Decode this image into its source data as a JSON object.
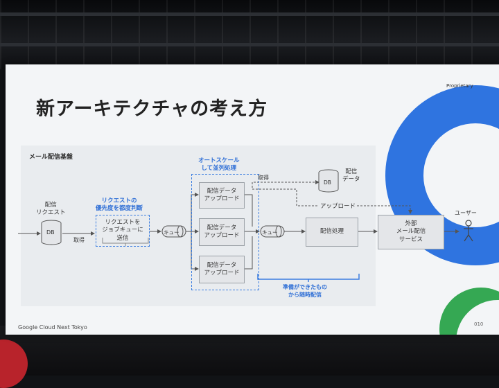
{
  "slide": {
    "title": "新アーキテクチャの考え方",
    "badge": "Proprietary",
    "footer": "Google Cloud Next Tokyo",
    "page_number": "010"
  },
  "diagram": {
    "panel_label": "メール配信基盤",
    "request_label": "配信\nリクエスト",
    "db_label": "DB",
    "fetch_label": "取得",
    "priority_note": "リクエストの\n優先度を都度判断",
    "enqueue_box": "リクエストを\nジョブキューに\n送信",
    "queue_label": "キュー",
    "autoscale_note": "オートスケール\nして並列処理",
    "upload_box_label": "配信データ\nアップロード",
    "top_fetch_label": "取得",
    "data_db_label": "DB",
    "data_db_caption": "配信\nデータ",
    "upload_label": "アップロード",
    "queue2_label": "キュー",
    "delivery_process": "配信処理",
    "external_service": "外部\nメール配信\nサービス",
    "user_label": "ユーザー",
    "ready_note": "準備ができたもの\nから随時配信"
  },
  "colors": {
    "accent_blue": "#2f6fd6",
    "brand_blue": "#2f74e0",
    "brand_green": "#35a853",
    "slide_bg": "#f3f5f7"
  }
}
